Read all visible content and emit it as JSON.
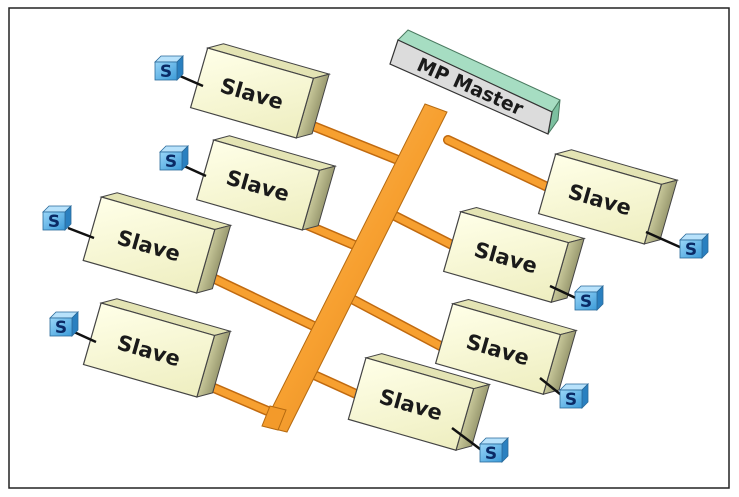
{
  "master": {
    "label": "MP Master"
  },
  "slave_label": "Slave",
  "sensor_label": "S",
  "colors": {
    "bus": "#f7a030",
    "bus_dark": "#c06a10",
    "slave_face": "#fafad2",
    "slave_side": "#b8b88a",
    "master_top": "#a6ddc2",
    "master_face": "#dcdcdc",
    "sensor_face": "#5ab4ea",
    "frame": "#222222"
  }
}
